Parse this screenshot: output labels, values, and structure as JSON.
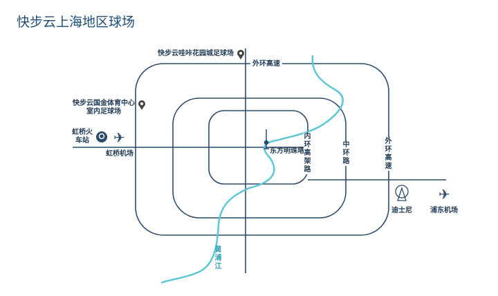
{
  "title": "快步云上海地区球场",
  "labels": {
    "pin1": "快步云哇咔花园城足球场",
    "pin2_line1": "快步云国金体育中心",
    "pin2_line2": "室内足球场",
    "outer_top": "外环高速",
    "outer_right": "外环高速",
    "middle": "中环路",
    "inner": "内环高架路",
    "hq_station": "虹桥火车站",
    "hq_airport": "虹桥机场",
    "pearl": "东方明珠塔",
    "disney": "迪士尼",
    "pudong": "浦东机场",
    "river": "黄浦江"
  },
  "colors": {
    "road": "#2c4a6b",
    "river": "#5cc6d6",
    "text": "#1f3a55"
  }
}
